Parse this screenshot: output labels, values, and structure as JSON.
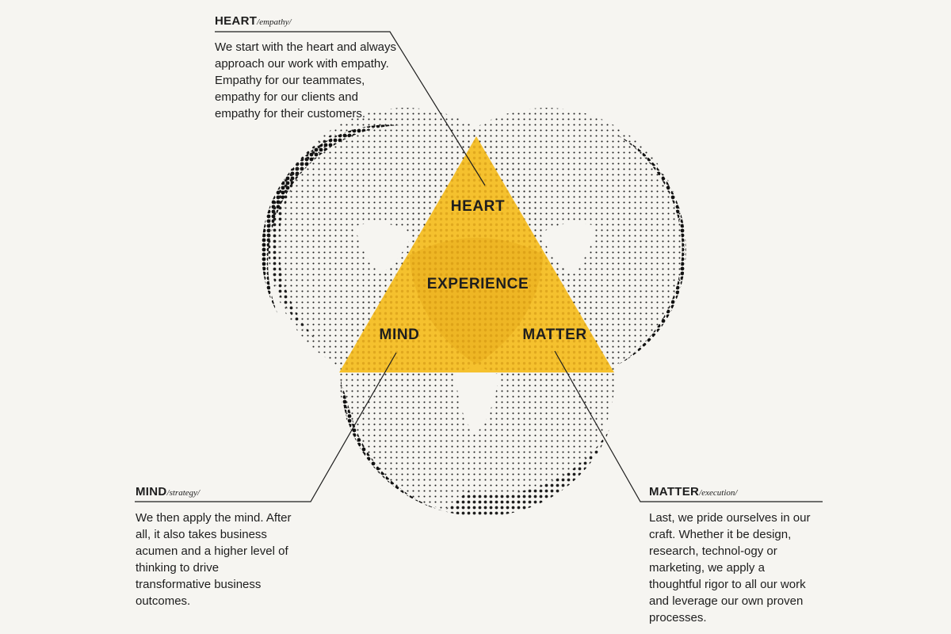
{
  "diagram": {
    "segments": {
      "top": "HEART",
      "center": "EXPERIENCE",
      "left": "MIND",
      "right": "MATTER"
    },
    "colors": {
      "accent": "#f5c12e",
      "accent_dark": "#e3a81c",
      "ink": "#1d1d1d",
      "background": "#f6f5f1"
    }
  },
  "callouts": {
    "heart": {
      "title": "HEART",
      "tag": "/empathy/",
      "body": "We start with the heart and always approach our work with empathy. Empathy for our teammates, empathy for our clients and empathy for their customers."
    },
    "mind": {
      "title": "MIND",
      "tag": "/strategy/",
      "body": "We then apply the mind. After all, it also takes business acumen and a higher level of thinking to drive transformative business outcomes."
    },
    "matter": {
      "title": "MATTER",
      "tag": "/execution/",
      "body": "Last, we pride ourselves in our craft. Whether it be design, research, technol-ogy or marketing, we apply a thoughtful rigor to all our work and leverage our own proven processes."
    }
  }
}
